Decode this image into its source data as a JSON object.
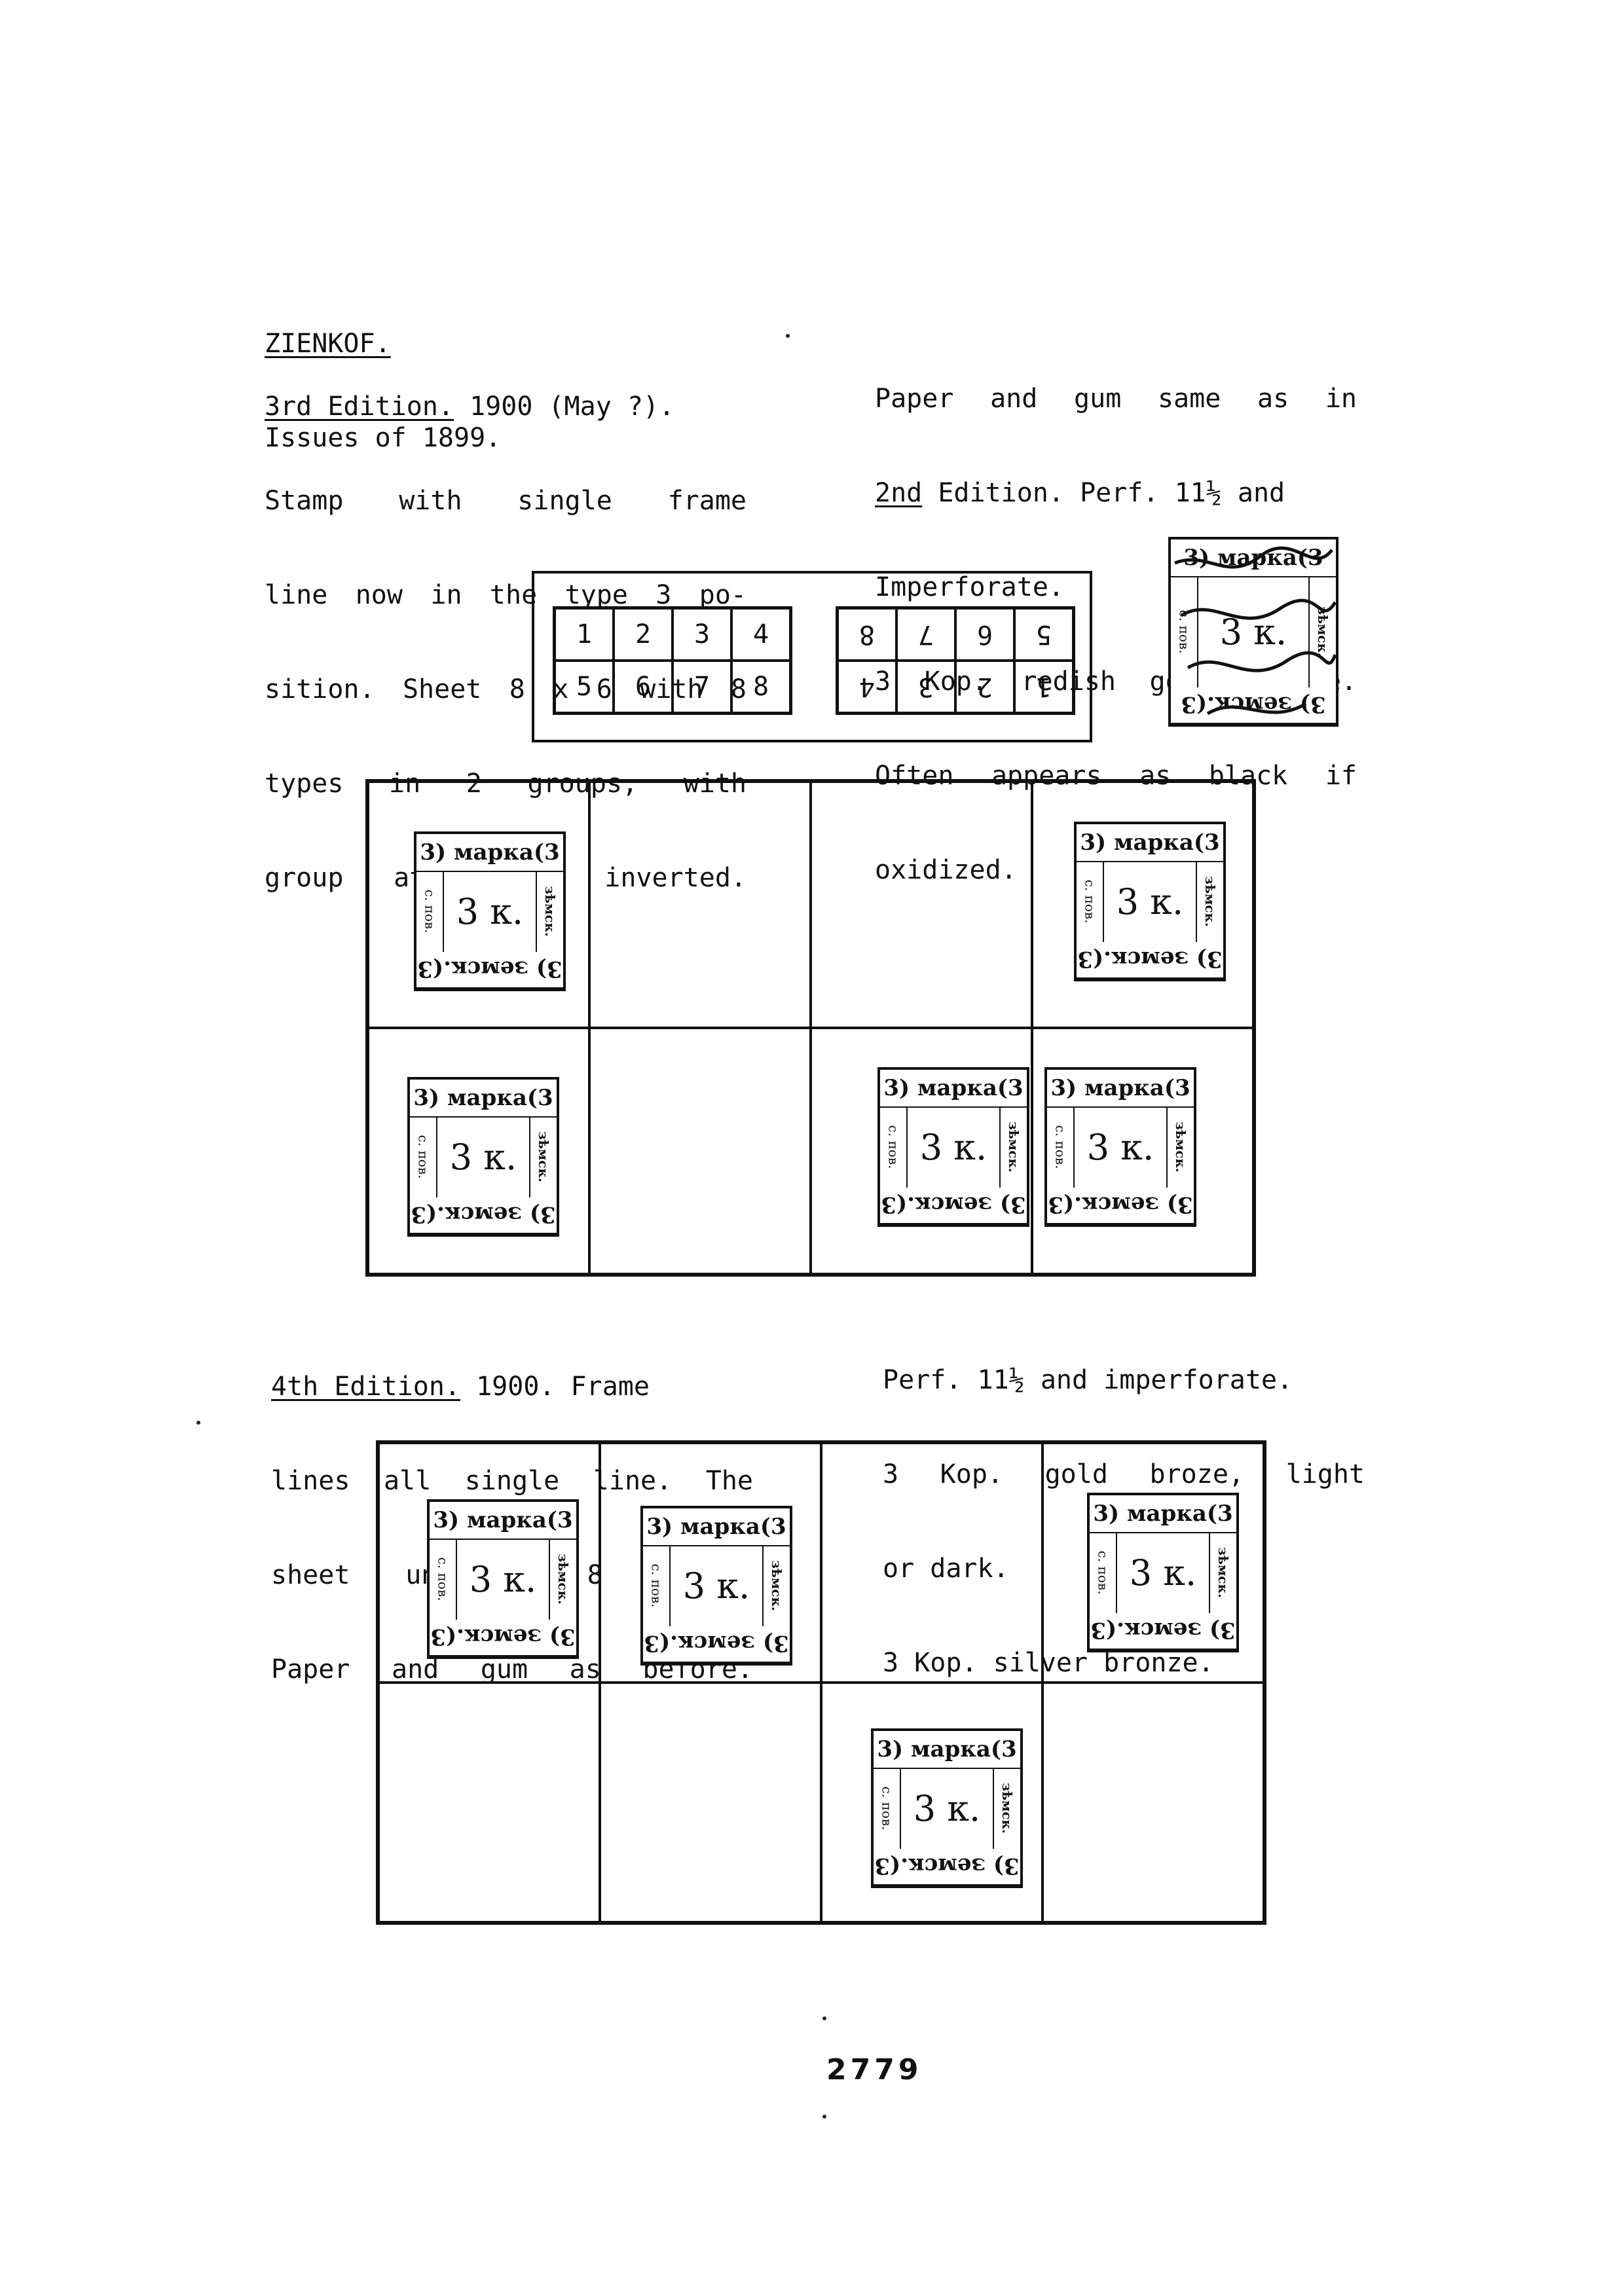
{
  "title": "ZIENKOF.",
  "subtitle": "Issues of 1899.",
  "edition3": {
    "heading": "3rd Edition.",
    "heading_rest": " 1900 (May ?).",
    "lines": [
      "Stamp with single frame",
      "line now in the type 3 po-",
      "sition. Sheet 8 x 6 with 8",
      "types in 2 groups, with",
      "group at right inverted."
    ],
    "right": {
      "line1": "Paper and gum same as in",
      "line2_ul": "2nd",
      "line2_rest": " Edition. Perf. 11½ and",
      "line3": "Imperforate.",
      "line4": "3 Kop. redish gold bronze.",
      "line5": "Often appears as black if",
      "line6": "oxidized."
    }
  },
  "type_layout": {
    "left_group": [
      "1",
      "2",
      "3",
      "4",
      "5",
      "6",
      "7",
      "8"
    ],
    "right_group": [
      "1",
      "2",
      "3",
      "4",
      "5",
      "6",
      "7",
      "8"
    ]
  },
  "stamp": {
    "top": "3) марка(3",
    "center": "3 к.",
    "left": "с. пов.",
    "right": "зѣмск.",
    "bottom": "3) земск.(3"
  },
  "edition4": {
    "heading": "4th Edition.",
    "heading_rest": " 1900. Frame",
    "lines": [
      "lines all single line. The",
      "sheet unknown. 8 types.",
      "Paper and gum as before."
    ],
    "right": [
      "Perf. 11½ and imperforate.",
      "3 Kop. gold broze, light",
      "or dark.",
      "3 Kop. silver bronze."
    ]
  },
  "page_number": "2779"
}
